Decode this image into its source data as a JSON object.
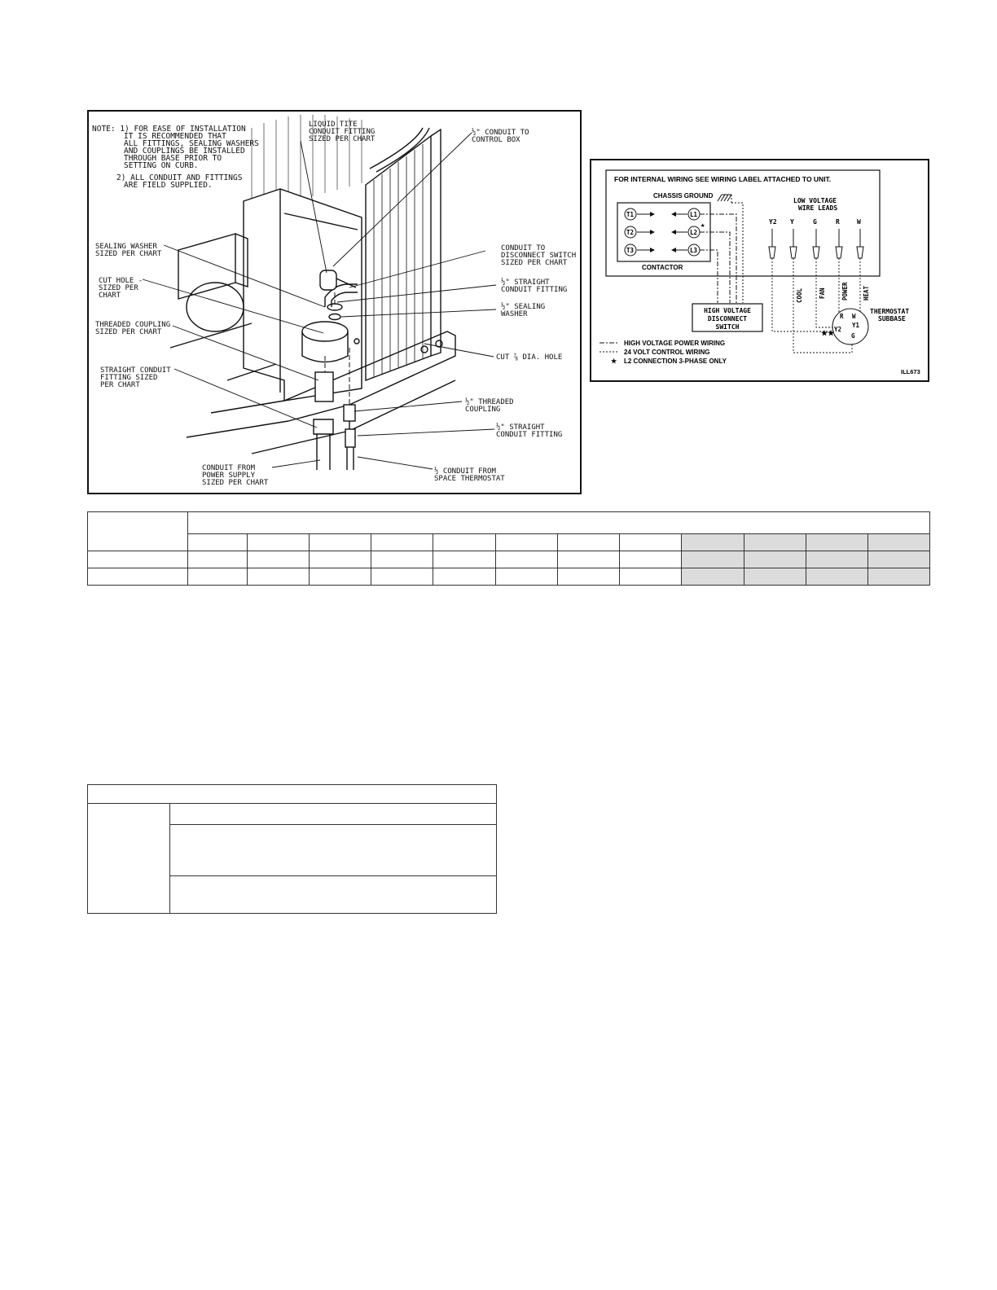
{
  "figure_left": {
    "note_lines": [
      "NOTE: 1) FOR EASE OF INSTALLATION",
      "IT IS RECOMMENDED THAT",
      "ALL FITTINGS, SEALING WASHERS",
      "AND COUPLINGS BE INSTALLED",
      "THROUGH BASE PRIOR TO",
      "SETTING ON CURB.",
      "2) ALL CONDUIT AND FITTINGS",
      "ARE FIELD SUPPLIED."
    ],
    "labels": {
      "liquid_tite": [
        "LIQUID TITE",
        "CONDUIT FITTING",
        "SIZED PER CHART"
      ],
      "half_conduit_control": [
        "½\" CONDUIT TO",
        "CONTROL BOX"
      ],
      "sealing_washer": [
        "SEALING WASHER",
        "SIZED PER CHART"
      ],
      "conduit_disconnect": [
        "CONDUIT TO",
        "DISCONNECT SWITCH",
        "SIZED PER CHART"
      ],
      "cut_hole": [
        "CUT HOLE -",
        "SIZED PER",
        "CHART"
      ],
      "half_straight_fitting_top": [
        "½\" STRAIGHT",
        "CONDUIT FITTING"
      ],
      "half_sealing_washer": [
        "½\" SEALING",
        "WASHER"
      ],
      "threaded_coupling": [
        "THREADED COUPLING",
        "SIZED PER CHART"
      ],
      "cut_dia_hole": [
        "CUT ⅞ DIA. HOLE"
      ],
      "straight_conduit_fitting": [
        "STRAIGHT CONDUIT",
        "FITTING SIZED",
        "PER CHART"
      ],
      "half_threaded_coupling": [
        "½\" THREADED",
        "COUPLING"
      ],
      "half_straight_fitting_bottom": [
        "½\" STRAIGHT",
        "CONDUIT FITTING"
      ],
      "conduit_power_supply": [
        "CONDUIT FROM",
        "POWER SUPPLY",
        "SIZED PER CHART"
      ],
      "half_conduit_thermostat": [
        "½ CONDUIT FROM",
        "SPACE THERMOSTAT"
      ]
    }
  },
  "figure_right": {
    "header": "FOR INTERNAL WIRING SEE WIRING LABEL ATTACHED TO UNIT.",
    "chassis_ground": "CHASSIS GROUND",
    "low_voltage": [
      "LOW VOLTAGE",
      "WIRE LEADS"
    ],
    "contactor": "CONTACTOR",
    "terminals_t": [
      "T1",
      "T2",
      "T3"
    ],
    "terminals_l": [
      "L1",
      "L2",
      "L3"
    ],
    "lead_letters": [
      "Y2",
      "Y",
      "G",
      "R",
      "W"
    ],
    "lead_functions": [
      "COOL",
      "FAN",
      "POWER",
      "HEAT"
    ],
    "switch": [
      "HIGH VOLTAGE",
      "DISCONNECT",
      "SWITCH"
    ],
    "thermostat": [
      "THERMOSTAT",
      "SUBBASE"
    ],
    "thermo_terminals": [
      "R",
      "W",
      "Y1",
      "Y2",
      "G"
    ],
    "legend": [
      "HIGH VOLTAGE POWER WIRING",
      "24 VOLT CONTROL WIRING",
      "L2 CONNECTION 3-PHASE ONLY"
    ],
    "asterisk": "★",
    "double_asterisk": "★★",
    "ill_code": "ILL673"
  }
}
